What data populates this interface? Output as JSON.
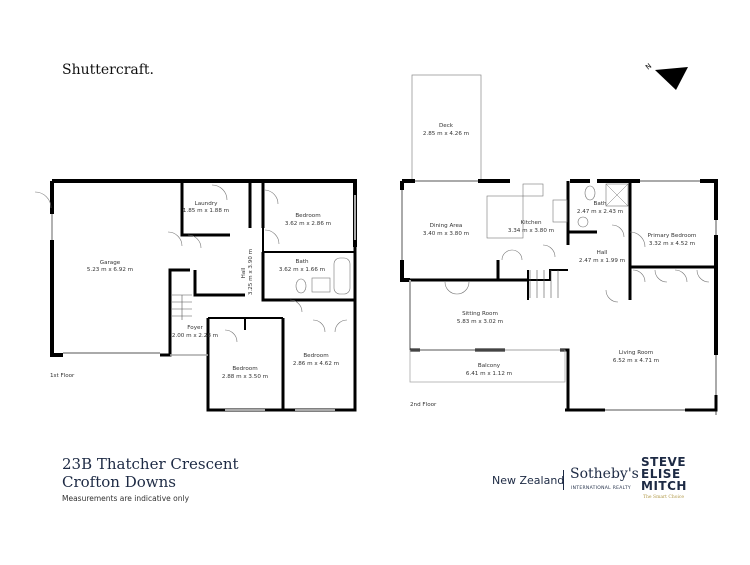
{
  "branding": {
    "photographer": "Shuttercraft.",
    "agency_region": "New Zealand",
    "agency_name": "Sotheby's",
    "agency_sub": "INTERNATIONAL REALTY",
    "agents_line1": "STEVE",
    "agents_line2": "ELISE",
    "agents_line3": "MITCH",
    "agents_tagline": "The Smart Choice"
  },
  "address": {
    "street": "23B Thatcher Crescent",
    "suburb": "Crofton Downs",
    "disclaimer": "Measurements are indicative only"
  },
  "compass": {
    "label": "N"
  },
  "floors": [
    {
      "label": "1st Floor",
      "rooms": [
        {
          "name": "Garage",
          "dims": "5.23 m x 6.92 m"
        },
        {
          "name": "Laundry",
          "dims": "1.85 m x 1.88 m"
        },
        {
          "name": "Bedroom",
          "dims": "3.62 m x 2.86 m"
        },
        {
          "name": "Hall",
          "dims": "3.25 m x 3.90 m"
        },
        {
          "name": "Bath",
          "dims": "3.62 m x 1.66 m"
        },
        {
          "name": "Foyer",
          "dims": "2.00 m x 2.28 m"
        },
        {
          "name": "Bedroom",
          "dims": "2.88 m x 3.50 m"
        },
        {
          "name": "Bedroom",
          "dims": "2.86 m x 4.62 m"
        }
      ]
    },
    {
      "label": "2nd Floor",
      "rooms": [
        {
          "name": "Deck",
          "dims": "2.85 m x 4.26 m"
        },
        {
          "name": "Dining Area",
          "dims": "3.40 m x 3.80 m"
        },
        {
          "name": "Kitchen",
          "dims": "3.34 m x 3.80 m"
        },
        {
          "name": "Bath",
          "dims": "2.47 m x 2.43 m"
        },
        {
          "name": "Primary Bedroom",
          "dims": "3.32 m x 4.52 m"
        },
        {
          "name": "Hall",
          "dims": "2.47 m x 1.99 m"
        },
        {
          "name": "Sitting Room",
          "dims": "5.83 m x 3.02 m"
        },
        {
          "name": "Balcony",
          "dims": "6.41 m x 1.12 m"
        },
        {
          "name": "Living Room",
          "dims": "6.52 m x 4.71 m"
        }
      ]
    }
  ]
}
